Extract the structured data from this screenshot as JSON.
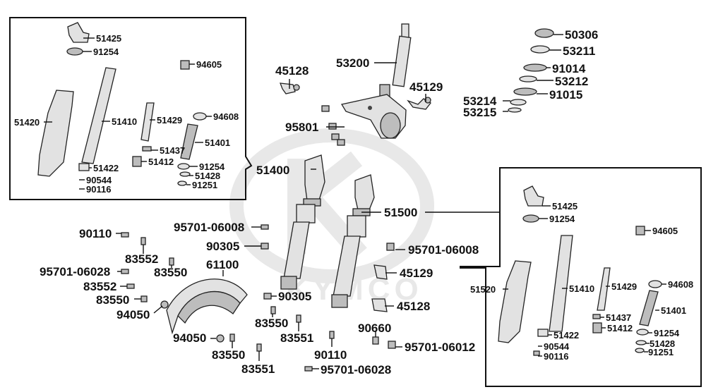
{
  "logo_text": "KYMCO",
  "main_labels": [
    "45128",
    "53200",
    "45129",
    "95801",
    "51400",
    "51500",
    "95701-06008",
    "90110",
    "83552",
    "83550",
    "95701-06028",
    "90305",
    "61100",
    "94050",
    "83551",
    "90660",
    "95701-06012",
    "50306",
    "53211",
    "91014",
    "53212",
    "91015",
    "53214",
    "53215"
  ],
  "left_inset_labels": [
    "51425",
    "91254",
    "94605",
    "51420",
    "51410",
    "51429",
    "94608",
    "51437",
    "51401",
    "51412",
    "51422",
    "90544",
    "90116",
    "91254",
    "51428",
    "91251"
  ],
  "right_inset_labels": [
    "51425",
    "91254",
    "94605",
    "51520",
    "51410",
    "51429",
    "94608",
    "51437",
    "51401",
    "51412",
    "91254",
    "51422",
    "90544",
    "51428",
    "90116",
    "91251"
  ],
  "labels": {
    "p45128a": "45128",
    "p53200": "53200",
    "p45129a": "45129",
    "p95801": "95801",
    "p51400": "51400",
    "p51500": "51500",
    "p50306": "50306",
    "p53211": "53211",
    "p91014": "91014",
    "p53212": "53212",
    "p91015": "91015",
    "p53214": "53214",
    "p53215": "53215",
    "L51425": "51425",
    "L91254a": "91254",
    "L94605": "94605",
    "L51420": "51420",
    "L51410": "51410",
    "L51429": "51429",
    "L94608": "94608",
    "L51437": "51437",
    "L51401": "51401",
    "L51412": "51412",
    "L51422": "51422",
    "L90544": "90544",
    "L90116": "90116",
    "L91254b": "91254",
    "L51428": "51428",
    "L91251": "91251",
    "R51425": "51425",
    "R91254a": "91254",
    "R94605": "94605",
    "R51520": "51520",
    "R51410": "51410",
    "R51429": "51429",
    "R94608": "94608",
    "R51437": "51437",
    "R51401": "51401",
    "R51412": "51412",
    "R91254b": "91254",
    "R51422": "51422",
    "R90544": "90544",
    "R51428": "51428",
    "R90116": "90116",
    "R91251": "91251",
    "p9570106008a": "95701-06008",
    "p90110a": "90110",
    "p83552a": "83552",
    "p90305a": "90305",
    "p9570106008b": "95701-06008",
    "p83550a": "83550",
    "p9570106028a": "95701-06028",
    "p61100": "61100",
    "p83552b": "83552",
    "p45129b": "45129",
    "p83550b": "83550",
    "p90305b": "90305",
    "p45128b": "45128",
    "p94050a": "94050",
    "p83550c": "83550",
    "p83551a": "83551",
    "p90660": "90660",
    "p94050b": "94050",
    "p9570106012": "95701-06012",
    "p83550d": "83550",
    "p90110b": "90110",
    "p83551b": "83551",
    "p9570106028b": "95701-06028"
  }
}
